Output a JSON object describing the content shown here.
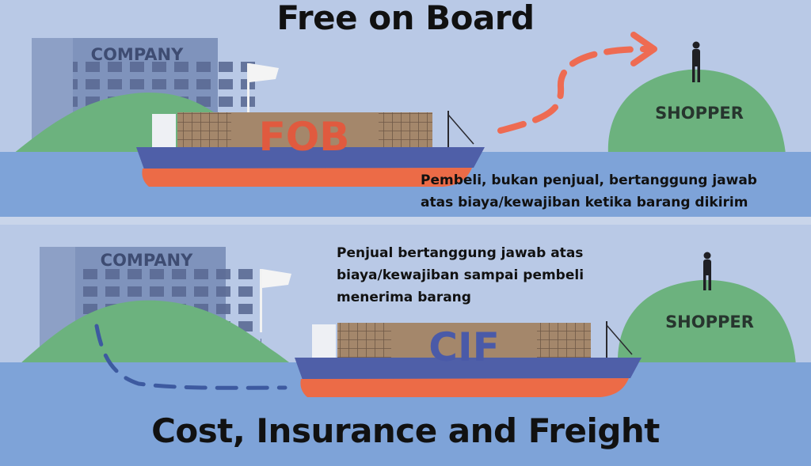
{
  "fob": {
    "title": "Free on Board",
    "company_label": "COMPANY",
    "shopper_label": "SHOPPER",
    "ship_label": "FOB",
    "description_line1": "Pembeli, bukan penjual, bertanggung jawab",
    "description_line2": "atas biaya/kewajiban ketika barang dikirim"
  },
  "cif": {
    "title": "Cost, Insurance and Freight",
    "company_label": "COMPANY",
    "shopper_label": "SHOPPER",
    "ship_label": "CIF",
    "description_line1": "Penjual bertanggung jawab atas",
    "description_line2": "biaya/kewajiban sampai pembeli",
    "description_line3": "menerima barang"
  },
  "colors": {
    "sky": "#b9c9e6",
    "water": "#7ea3d8",
    "hill": "#6cb27e",
    "building": "#7f93bc",
    "hull": "#4f5fa8",
    "keel": "#ec6b47",
    "crate": "#a4876b",
    "fob_text": "#e05a3f",
    "cif_text": "#4a5aa8",
    "arrow": "#ee6b52",
    "dash_line": "#3d5aa0"
  }
}
